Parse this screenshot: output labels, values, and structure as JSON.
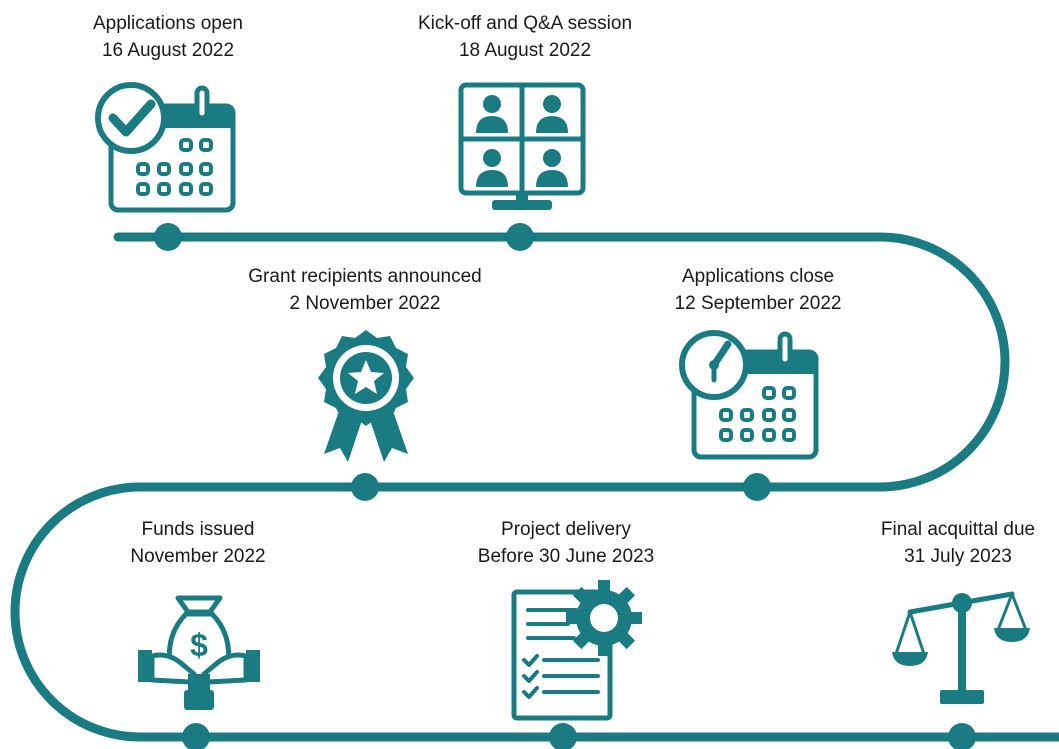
{
  "colors": {
    "accent": "#1b7b82",
    "text": "#1a1a1a",
    "background": "#ffffff"
  },
  "milestones": [
    {
      "title": "Applications open",
      "date": "16 August 2022",
      "icon": "calendar-check-icon"
    },
    {
      "title": "Kick-off and Q&A session",
      "date": "18 August 2022",
      "icon": "video-conference-icon"
    },
    {
      "title": "Applications close",
      "date": "12 September 2022",
      "icon": "calendar-clock-icon"
    },
    {
      "title": "Grant recipients announced",
      "date": "2 November 2022",
      "icon": "award-badge-icon"
    },
    {
      "title": "Funds issued",
      "date": "November 2022",
      "icon": "money-bag-hands-icon"
    },
    {
      "title": "Project delivery",
      "date": "Before 30 June 2023",
      "icon": "checklist-gear-icon"
    },
    {
      "title": "Final acquittal due",
      "date": "31 July 2023",
      "icon": "balance-scale-icon"
    }
  ]
}
